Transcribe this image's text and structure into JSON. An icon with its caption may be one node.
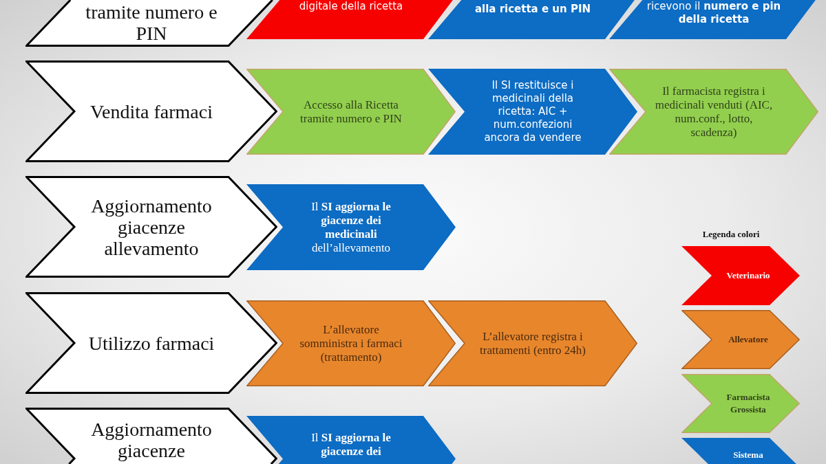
{
  "diagram": {
    "nodes": [
      {
        "text": [
          "tramite numero e PIN"
        ]
      },
      {
        "text": [
          "digitale della ricetta"
        ]
      },
      {
        "text": [
          "alla ricetta e un PIN"
        ]
      },
      {
        "text": [
          "ricevono il **numero e pin della ricetta**"
        ]
      },
      {
        "text": [
          "Vendita farmaci"
        ]
      },
      {
        "text": [
          "Accesso alla Ricetta tramite numero e PIN"
        ]
      },
      {
        "text": [
          "Il SI restituisce i medicinali della ricetta: AIC + num.confezioni ancora da vendere"
        ]
      },
      {
        "text": [
          "Il farmacista registra i medicinali venduti (AIC, num.conf., lotto, scadenza)"
        ]
      },
      {
        "text": [
          "Aggiornamento giacenze allevamento"
        ]
      },
      {
        "text": [
          "Il **SI aggiorna le giacenze dei medicinali** dell’allevamento"
        ]
      },
      {
        "text": [
          "Utilizzo farmaci"
        ]
      },
      {
        "text": [
          "L’allevatore somministra i farmaci (trattamento)"
        ]
      },
      {
        "text": [
          "L’allevatore registra i trattamenti (entro 24h)"
        ]
      },
      {
        "text": [
          "Aggiornamento giacenze"
        ]
      },
      {
        "text": [
          "Il **SI aggiorna le giacenze dei**"
        ]
      }
    ],
    "labels": [
      "Legenda colori"
    ],
    "legend": [
      {
        "text": "Veterinario",
        "color": "#f70000"
      },
      {
        "text": "Allevatore",
        "color": "#e8862c"
      },
      {
        "text": "Farmacista Grossista",
        "color": "#92cf4e"
      },
      {
        "text": "Sistema",
        "color": "#0d6cc3"
      }
    ]
  }
}
